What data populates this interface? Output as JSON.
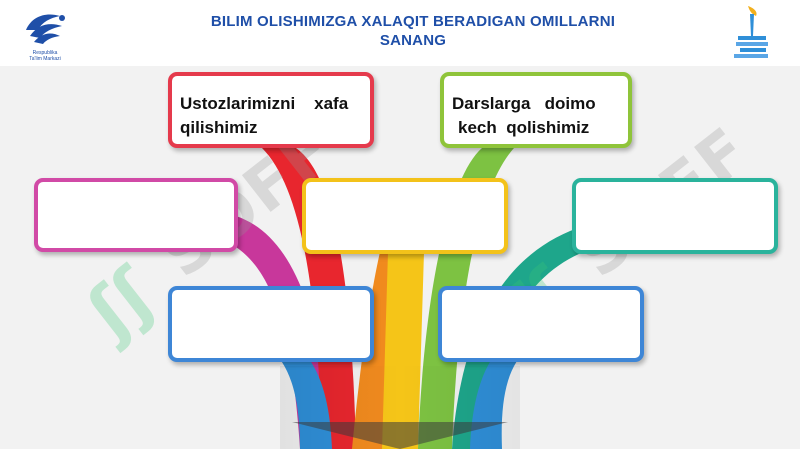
{
  "header": {
    "title_line1": "BILIM OLISHIMIZGA  XALAQIT  BERADIGAN OMILLARNI",
    "title_line2": "SANANG",
    "logo_left_caption_1": "Respublika",
    "logo_left_caption_2": "Ta'lim Markazi"
  },
  "boxes": [
    {
      "id": "top-left",
      "line1": "Ustozlarimizni    xafa",
      "line2": "qilishimiz",
      "border": "#e53a4c"
    },
    {
      "id": "top-right",
      "line1": "Darslarga   doimo",
      "line2": "kech  qolishimiz",
      "border": "#8fc43a"
    },
    {
      "id": "mid-left",
      "line1": "",
      "line2": "",
      "border": "#d14aa6"
    },
    {
      "id": "center",
      "line1": "",
      "line2": "",
      "border": "#f3c21a"
    },
    {
      "id": "mid-right",
      "line1": "",
      "line2": "",
      "border": "#2ab39c"
    },
    {
      "id": "bottom-left",
      "line1": "",
      "line2": "",
      "border": "#3e86d6"
    },
    {
      "id": "bottom-right",
      "line1": "",
      "line2": "",
      "border": "#3e86d6"
    }
  ],
  "watermark": {
    "text": "SOFF"
  },
  "colors": {
    "title": "#1f4fa8",
    "ribbon_red": "#e8262e",
    "ribbon_green": "#7dc242",
    "ribbon_magenta": "#c8379b",
    "ribbon_teal": "#1ea68b",
    "ribbon_yellow": "#f5c518",
    "ribbon_blue": "#2f8fd8",
    "ribbon_orange": "#f08a1e"
  }
}
